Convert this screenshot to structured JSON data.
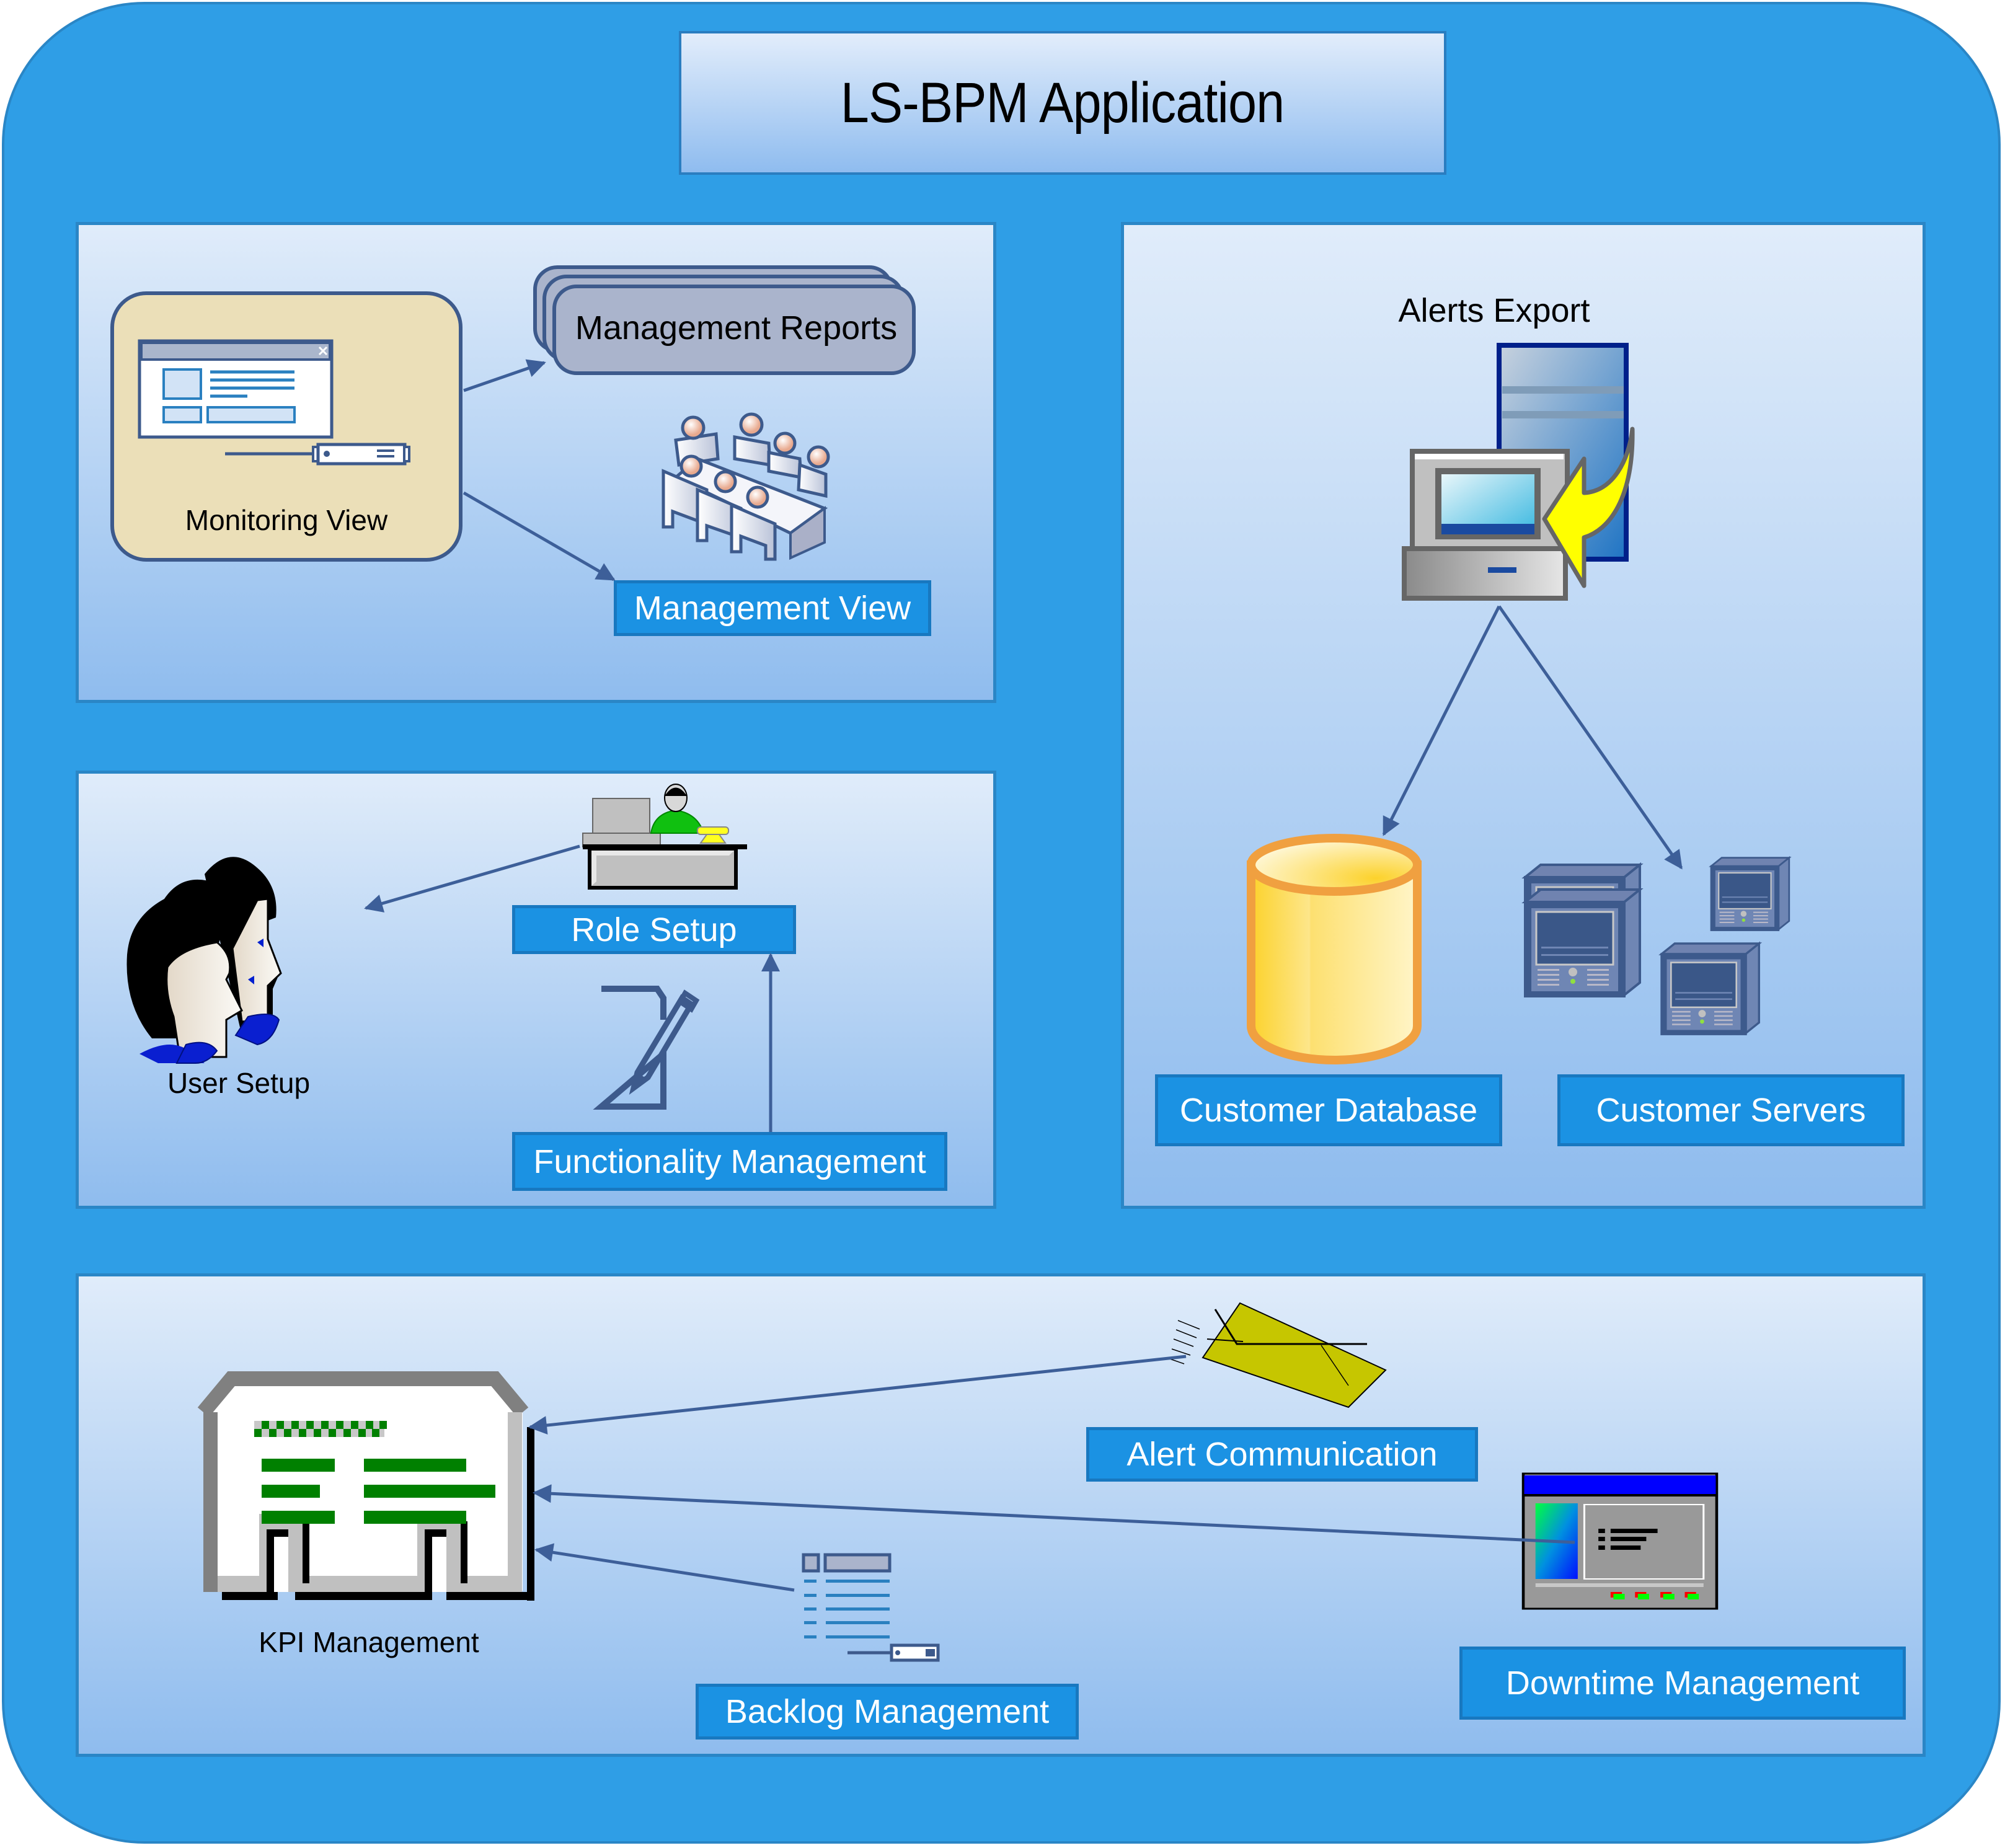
{
  "title": "LS-BPM Application",
  "colors": {
    "frame": "#2f9ee6",
    "label_box": "#1b92e3",
    "connector": "#3d5f99",
    "monitoring_card": "#ebdfb8"
  },
  "panels": {
    "views": {
      "monitoring_view": "Monitoring View",
      "management_reports": "Management Reports",
      "management_view": "Management View"
    },
    "setup": {
      "user_setup": "User Setup",
      "role_setup": "Role Setup",
      "functionality_management": "Functionality Management"
    },
    "alerts": {
      "alerts_export": "Alerts Export",
      "customer_database": "Customer Database",
      "customer_servers": "Customer Servers"
    },
    "kpi": {
      "kpi_management": "KPI Management",
      "alert_communication": "Alert Communication",
      "backlog_management": "Backlog Management",
      "downtime_management": "Downtime Management"
    }
  },
  "connections": [
    {
      "from": "Monitoring View",
      "to": "Management Reports"
    },
    {
      "from": "Monitoring View",
      "to": "Management View"
    },
    {
      "from": "Role Setup",
      "to": "User Setup"
    },
    {
      "from": "Functionality Management",
      "to": "Role Setup"
    },
    {
      "from": "Alerts Export",
      "to": "Customer Database"
    },
    {
      "from": "Alerts Export",
      "to": "Customer Servers"
    },
    {
      "from": "Alert Communication",
      "to": "KPI Management"
    },
    {
      "from": "Downtime Management",
      "to": "KPI Management"
    },
    {
      "from": "Backlog Management",
      "to": "KPI Management"
    }
  ]
}
